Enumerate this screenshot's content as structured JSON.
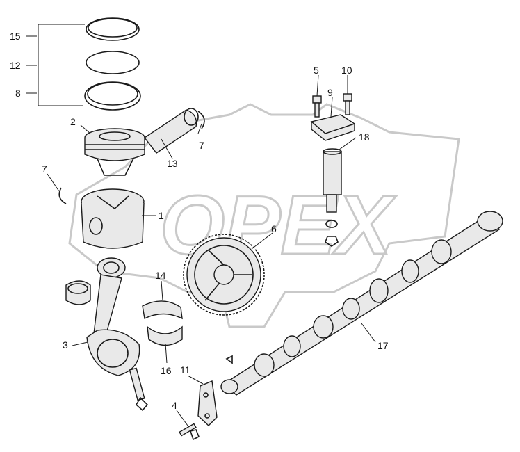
{
  "watermark": "OPEX",
  "callouts": [
    {
      "id": "c15",
      "label": "15"
    },
    {
      "id": "c12",
      "label": "12"
    },
    {
      "id": "c8",
      "label": "8"
    },
    {
      "id": "c2",
      "label": "2"
    },
    {
      "id": "c7a",
      "label": "7"
    },
    {
      "id": "c7b",
      "label": "7"
    },
    {
      "id": "c13",
      "label": "13"
    },
    {
      "id": "c1",
      "label": "1"
    },
    {
      "id": "c5",
      "label": "5"
    },
    {
      "id": "c10",
      "label": "10"
    },
    {
      "id": "c9",
      "label": "9"
    },
    {
      "id": "c18",
      "label": "18"
    },
    {
      "id": "c6",
      "label": "6"
    },
    {
      "id": "c14",
      "label": "14"
    },
    {
      "id": "c3",
      "label": "3"
    },
    {
      "id": "c16",
      "label": "16"
    },
    {
      "id": "c11",
      "label": "11"
    },
    {
      "id": "c4",
      "label": "4"
    },
    {
      "id": "c17",
      "label": "17"
    }
  ],
  "colors": {
    "ink": "#1a1a1a",
    "watermark": "#c9c9c9",
    "part_fill": "#e9e9e9"
  }
}
